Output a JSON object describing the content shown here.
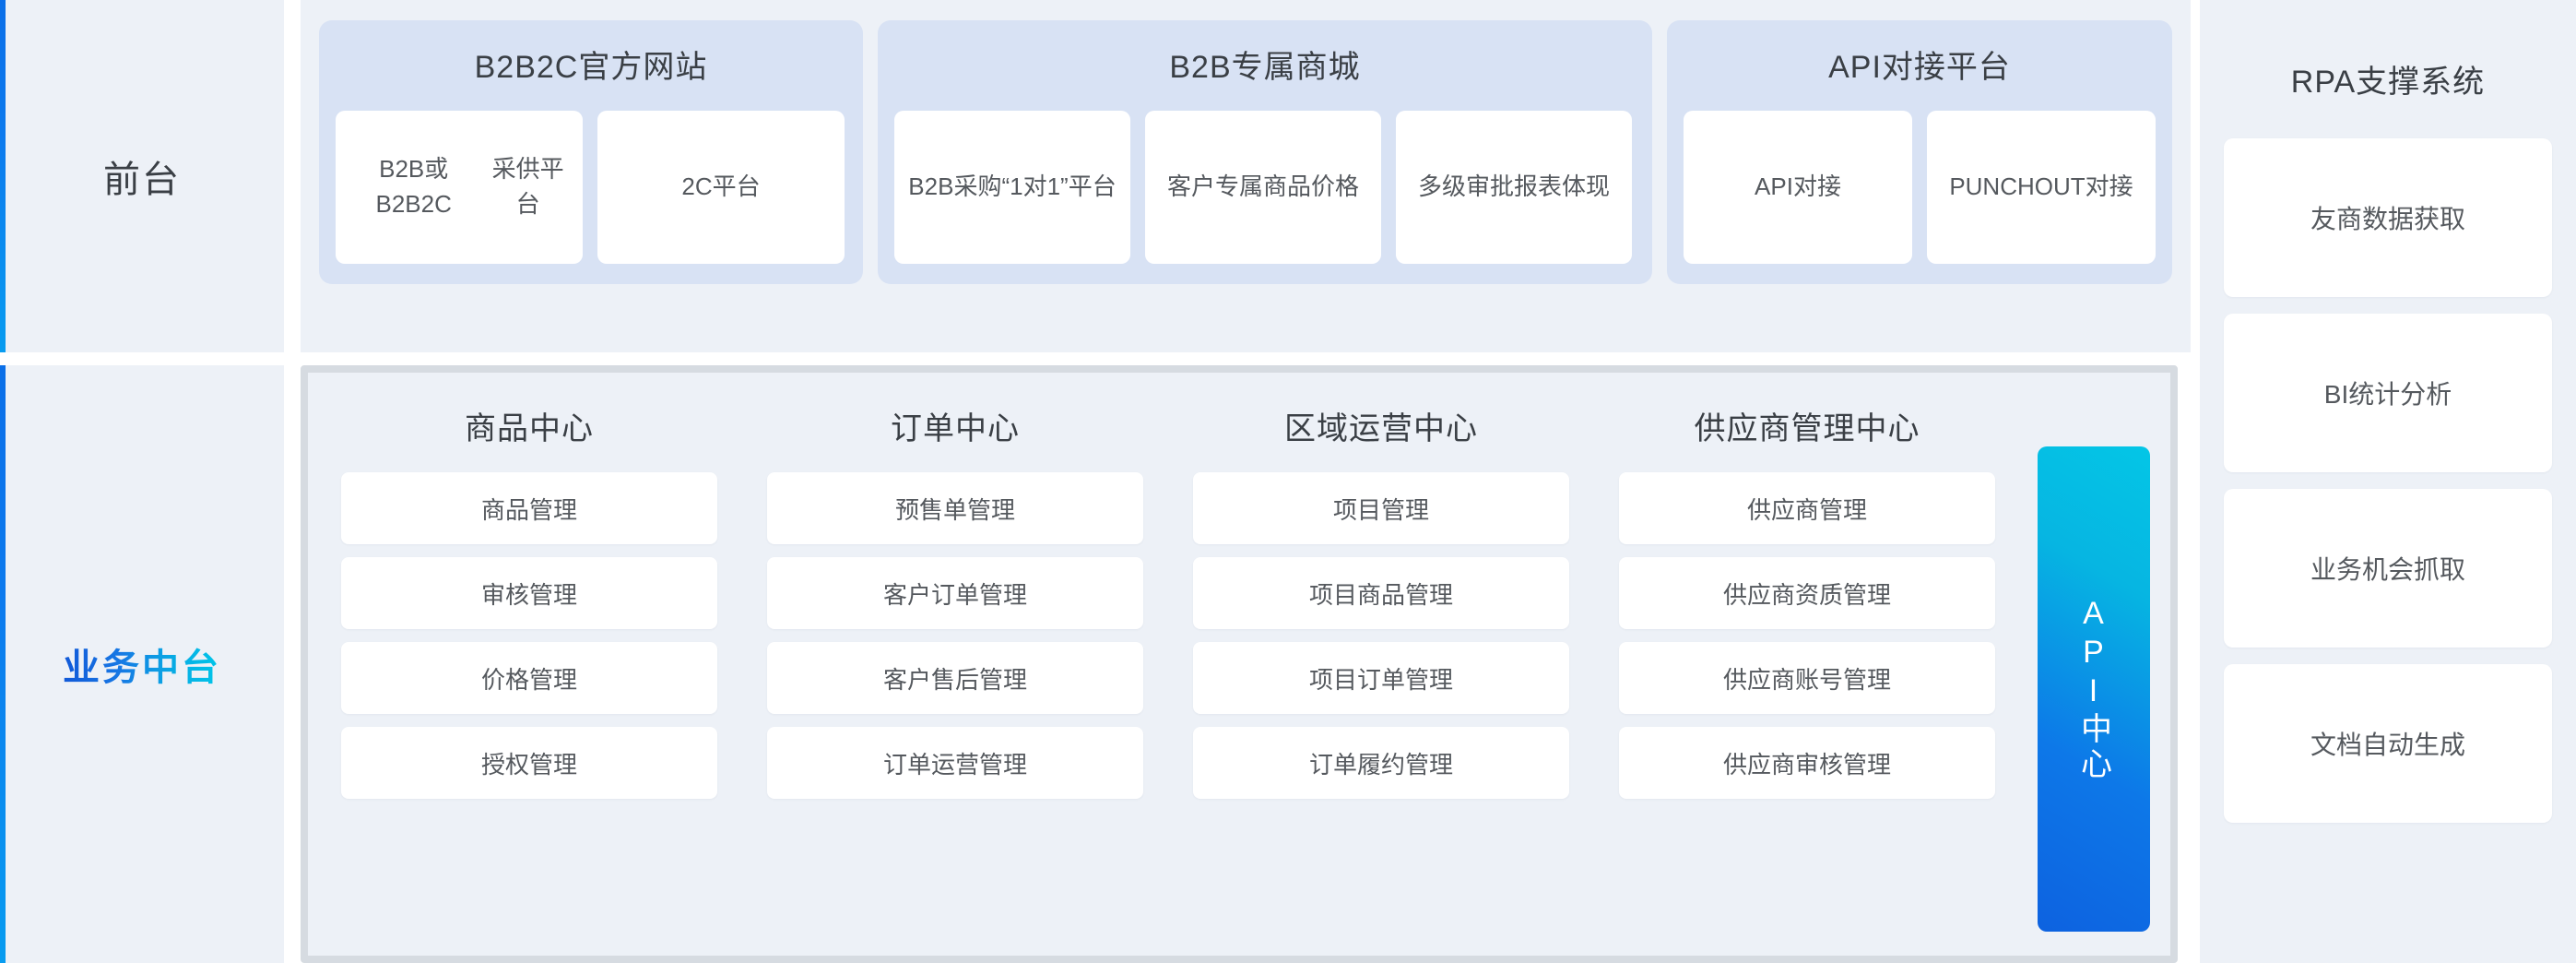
{
  "colors": {
    "panel_bg": "#EDF1F7",
    "group_bg": "#D8E2F4",
    "card_bg": "#FFFFFF",
    "accent_blue": "#0B6FE8",
    "accent_cyan": "#00C6E9",
    "mid_border": "#D6DBE1",
    "title_text": "#3A3F45",
    "card_text": "#55595E"
  },
  "front_tier": {
    "label": "前台",
    "groups": [
      {
        "title": "B2B2C官方网站",
        "cards": [
          {
            "label": "B2B或B2B2C\n采供平台"
          },
          {
            "label": "2C平台"
          }
        ]
      },
      {
        "title": "B2B专属商城",
        "cards": [
          {
            "label": "B2B采购\n“1对1”平台"
          },
          {
            "label": "客户专属\n商品价格"
          },
          {
            "label": "多级审批\n报表体现"
          }
        ]
      },
      {
        "title": "API对接平台",
        "cards": [
          {
            "label": "API对接"
          },
          {
            "label": "PUNCHOUT\n对接"
          }
        ]
      }
    ]
  },
  "mid_tier": {
    "label": "业务中台",
    "columns": [
      {
        "title": "商品中心",
        "items": [
          "商品管理",
          "审核管理",
          "价格管理",
          "授权管理"
        ]
      },
      {
        "title": "订单中心",
        "items": [
          "预售单管理",
          "客户订单管理",
          "客户售后管理",
          "订单运营管理"
        ]
      },
      {
        "title": "区域运营中心",
        "items": [
          "项目管理",
          "项目商品管理",
          "项目订单管理",
          "订单履约管理"
        ]
      },
      {
        "title": "供应商管理中心",
        "items": [
          "供应商管理",
          "供应商资质管理",
          "供应商账号管理",
          "供应商审核管理"
        ]
      }
    ],
    "api_center": {
      "label": "API中心"
    }
  },
  "rpa_column": {
    "title": "RPA支撑系统",
    "cards": [
      "友商数据获取",
      "BI统计分析",
      "业务机会抓取",
      "文档自动生成"
    ]
  }
}
